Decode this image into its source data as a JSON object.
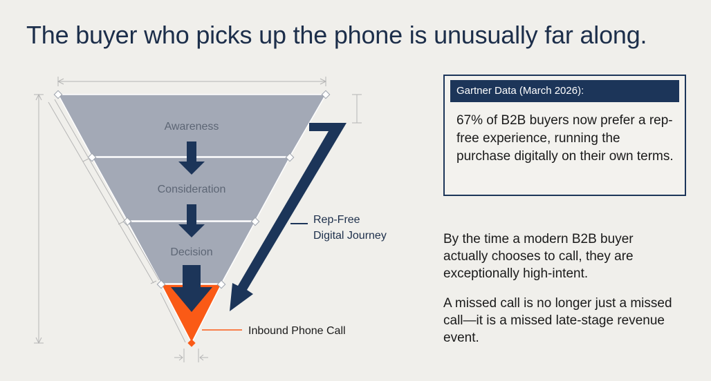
{
  "title": "The buyer who picks up the phone is unusually far along.",
  "funnel": {
    "stages": [
      {
        "label": "Awareness"
      },
      {
        "label": "Consideration"
      },
      {
        "label": "Decision"
      }
    ],
    "journey_label_line1": "Rep-Free",
    "journey_label_line2": "Digital Journey",
    "call_label": "Inbound Phone Call"
  },
  "info_box": {
    "header": "Gartner Data (March 2026):",
    "body": "67% of B2B buyers now prefer a rep-free experience, running the purchase digitally on their own terms."
  },
  "paragraphs": [
    "By the time a modern B2B buyer actually chooses to call, they are exceptionally high-intent.",
    "A missed call is no longer just a missed call—it is a missed late-stage revenue event."
  ],
  "colors": {
    "navy": "#1c3559",
    "funnel_gray": "#a3a9b6",
    "accent_orange": "#fa5a16"
  }
}
